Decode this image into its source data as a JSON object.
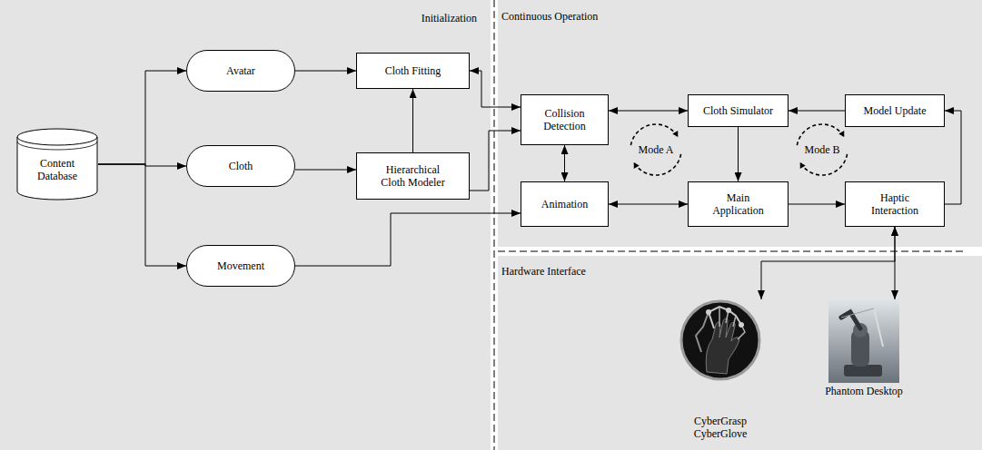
{
  "diagram": {
    "nodes": [
      {
        "text": [
          "Initialization"
        ]
      },
      {
        "text": [
          "Continuous Operation"
        ]
      },
      {
        "text": [
          "Hardware Interface"
        ]
      },
      {
        "text": [
          "Content Database"
        ],
        "in": 0
      },
      {
        "text": [
          "Avatar"
        ],
        "in": 0
      },
      {
        "text": [
          "Cloth"
        ],
        "in": 0
      },
      {
        "text": [
          "Movement"
        ],
        "in": 0
      },
      {
        "text": [
          "Cloth Fitting"
        ],
        "in": 0
      },
      {
        "text": [
          "Hierarchical Cloth Modeler"
        ],
        "in": 0
      },
      {
        "text": [
          "Collision Detection"
        ],
        "in": 1
      },
      {
        "text": [
          "Cloth Simulator"
        ],
        "in": 1
      },
      {
        "text": [
          "Model Update"
        ],
        "in": 1
      },
      {
        "text": [
          "Mode A"
        ],
        "in": 1
      },
      {
        "text": [
          "Mode B"
        ],
        "in": 1
      },
      {
        "text": [
          "Animation"
        ],
        "in": 1
      },
      {
        "text": [
          "Main Application"
        ],
        "in": 1
      },
      {
        "text": [
          "Haptic Interaction"
        ],
        "in": 1
      },
      {
        "text": [
          "CyberGrasp CyberGlove"
        ],
        "in": 2
      },
      {
        "text": [
          "Phantom Desktop"
        ],
        "in": 2
      }
    ],
    "edges": [
      {
        "from": 3,
        "to": 4,
        "arrow": "to"
      },
      {
        "from": 3,
        "to": 5,
        "arrow": "to"
      },
      {
        "from": 3,
        "to": 6,
        "arrow": "to"
      },
      {
        "from": 4,
        "to": 7,
        "arrow": "to"
      },
      {
        "from": 5,
        "to": 8,
        "arrow": "to"
      },
      {
        "from": 8,
        "to": 7,
        "arrow": "to"
      },
      {
        "from": 7,
        "to": 9,
        "arrow": "both"
      },
      {
        "from": 8,
        "to": 9,
        "arrow": "to"
      },
      {
        "from": 6,
        "to": 14,
        "arrow": "to"
      },
      {
        "from": 9,
        "to": 10,
        "arrow": "both"
      },
      {
        "from": 9,
        "to": 14,
        "arrow": "both"
      },
      {
        "from": 14,
        "to": 15,
        "arrow": "both"
      },
      {
        "from": 10,
        "to": 15,
        "arrow": "to"
      },
      {
        "from": 11,
        "to": 10,
        "arrow": "to"
      },
      {
        "from": 15,
        "to": 16,
        "arrow": "to"
      },
      {
        "from": 16,
        "to": 11,
        "arrow": "to"
      },
      {
        "from": 16,
        "to": 17,
        "arrow": "both"
      },
      {
        "from": 16,
        "to": 18,
        "arrow": "both"
      }
    ]
  }
}
